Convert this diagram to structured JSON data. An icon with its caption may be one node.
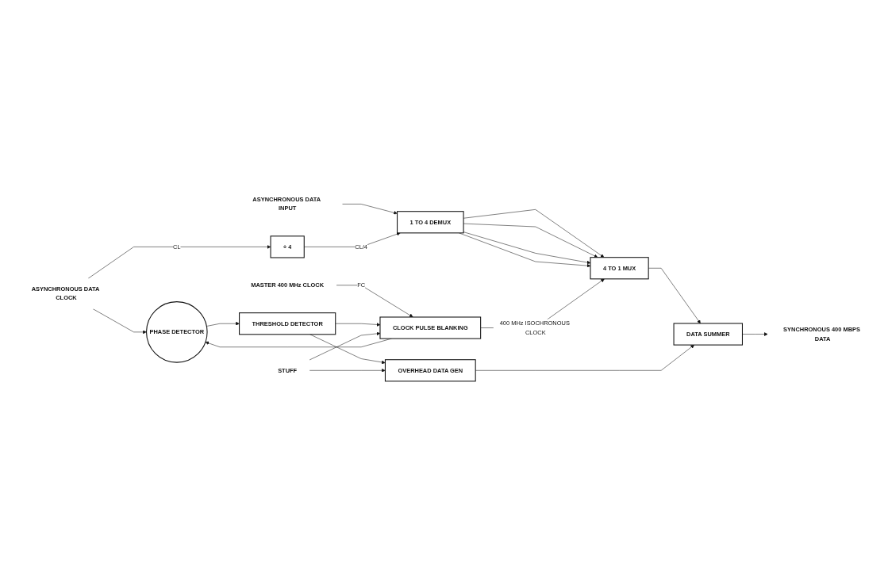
{
  "diagram": {
    "nodes": [
      {
        "text": [
          "ASYNCHRONOUS DATA INPUT"
        ]
      },
      {
        "text": [
          "1 TO 4 DEMUX"
        ]
      },
      {
        "text": [
          "4 TO 1 MUX"
        ]
      },
      {
        "text": [
          "DATA SUMMER"
        ]
      },
      {
        "text": [
          "SYNCHRONOUS 400 MBPS DATA"
        ]
      },
      {
        "text": [
          "ASYNCHRONOUS DATA CLOCK"
        ]
      },
      {
        "text": [
          "÷ 4"
        ]
      },
      {
        "text": [
          "PHASE DETECTOR"
        ]
      },
      {
        "text": [
          "CLOCK PULSE BLANKING"
        ]
      },
      {
        "text": [
          "MASTER 400 MHz CLOCK"
        ]
      },
      {
        "text": [
          "THRESHOLD DETECTOR"
        ]
      },
      {
        "text": [
          "OVERHEAD DATA GEN"
        ]
      },
      {
        "text": [
          "STUFF"
        ]
      }
    ],
    "edges": [
      {
        "from": 0,
        "to": 1,
        "arrow": "to"
      },
      {
        "from": 1,
        "to": 2,
        "arrow": "to"
      },
      {
        "from": 1,
        "to": 2,
        "arrow": "to"
      },
      {
        "from": 1,
        "to": 2,
        "arrow": "to"
      },
      {
        "from": 1,
        "to": 2,
        "arrow": "to"
      },
      {
        "from": 2,
        "to": 3,
        "arrow": "to"
      },
      {
        "from": 3,
        "to": 4,
        "arrow": "to"
      },
      {
        "from": 5,
        "to": 6,
        "arrow": "to",
        "label": "CL"
      },
      {
        "from": 5,
        "to": 7,
        "arrow": "to"
      },
      {
        "from": 6,
        "to": 1,
        "arrow": "to",
        "label": "CL/4"
      },
      {
        "from": 8,
        "to": 2,
        "arrow": "to",
        "label": "400 MHz ISOCHRONOUS CLOCK"
      },
      {
        "from": 8,
        "to": 7,
        "arrow": "to"
      },
      {
        "from": 9,
        "to": 8,
        "arrow": "to",
        "label": "FC"
      },
      {
        "from": 7,
        "to": 10,
        "arrow": "to"
      },
      {
        "from": 10,
        "to": 11,
        "arrow": "to"
      },
      {
        "from": 10,
        "to": 8,
        "arrow": "to"
      },
      {
        "from": 12,
        "to": 11,
        "arrow": "to"
      },
      {
        "from": 12,
        "to": 8,
        "arrow": "to"
      },
      {
        "from": 11,
        "to": 3,
        "arrow": "to"
      }
    ]
  }
}
